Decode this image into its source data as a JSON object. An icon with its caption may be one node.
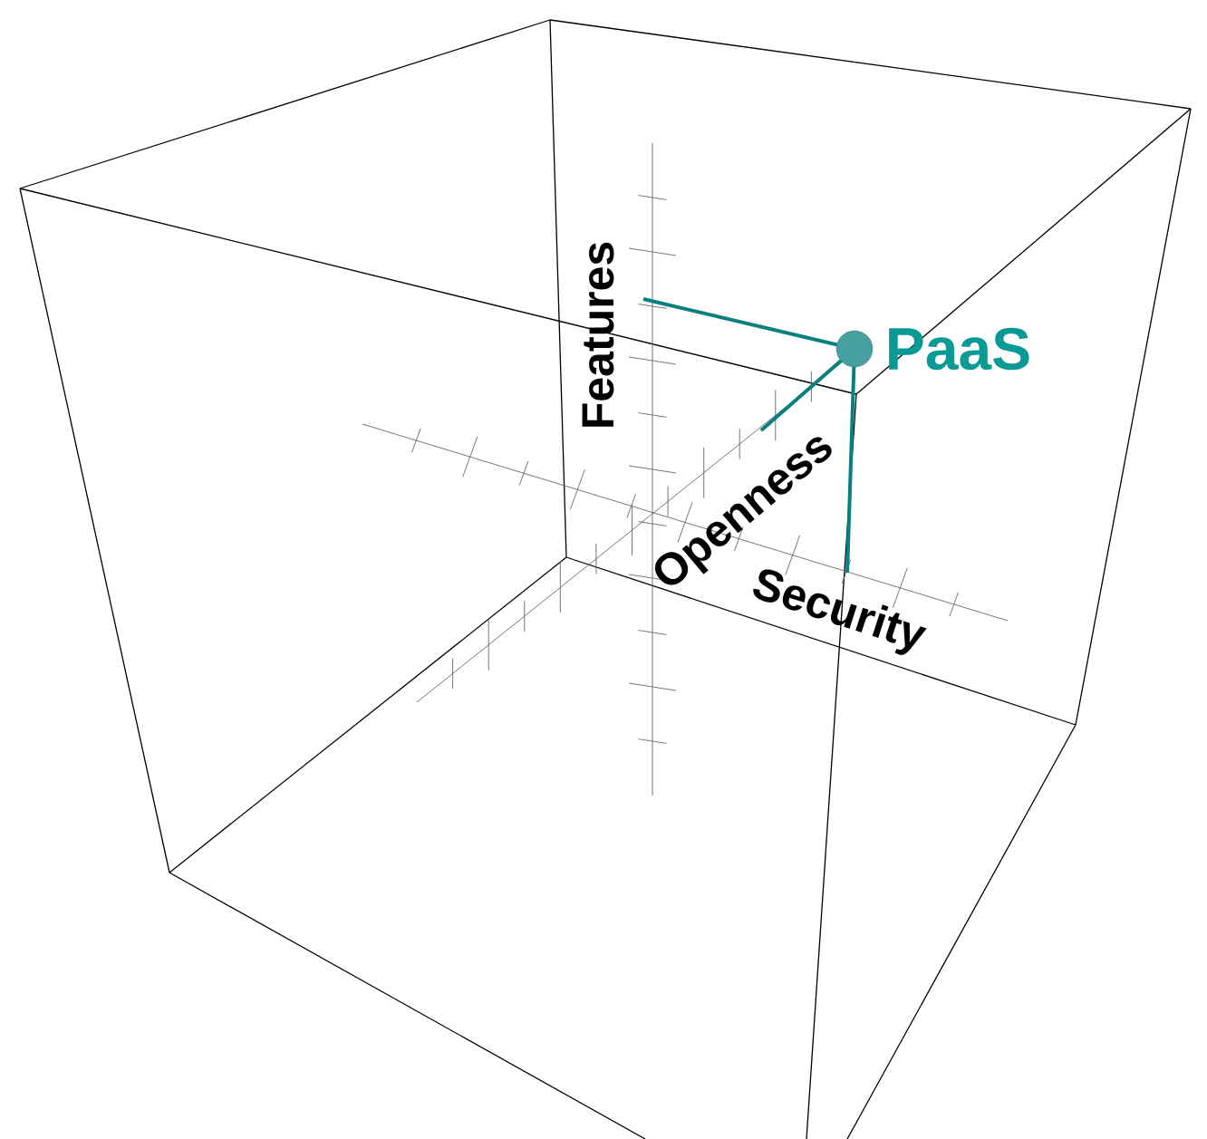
{
  "diagram": {
    "nodes": [
      {
        "text": [],
        "shape": "circle",
        "beside": [
          "PaaS"
        ]
      }
    ],
    "labels": [
      "Features",
      "Openness",
      "Security"
    ]
  }
}
